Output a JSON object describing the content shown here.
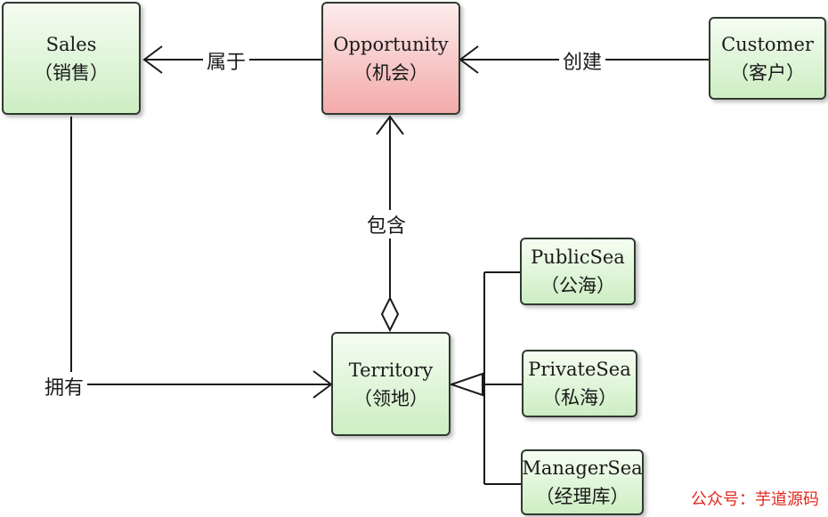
{
  "entities": {
    "sales": {
      "name": "Sales",
      "cn": "（销售）"
    },
    "opportunity": {
      "name": "Opportunity",
      "cn": "（机会）"
    },
    "customer": {
      "name": "Customer",
      "cn": "（客户）"
    },
    "territory": {
      "name": "Territory",
      "cn": "（领地）"
    },
    "publicsea": {
      "name": "PublicSea",
      "cn": "（公海）"
    },
    "privatesea": {
      "name": "PrivateSea",
      "cn": "（私海）"
    },
    "managersea": {
      "name": "ManagerSea",
      "cn": "（经理库）"
    }
  },
  "relations": {
    "belongs_to": "属于",
    "creates": "创建",
    "contains": "包含",
    "owns": "拥有"
  },
  "watermark": "公众号：芋道源码",
  "colors": {
    "highlight": "#f3aaaa",
    "entity": "#cdeec3",
    "watermark": "#e0281e"
  }
}
